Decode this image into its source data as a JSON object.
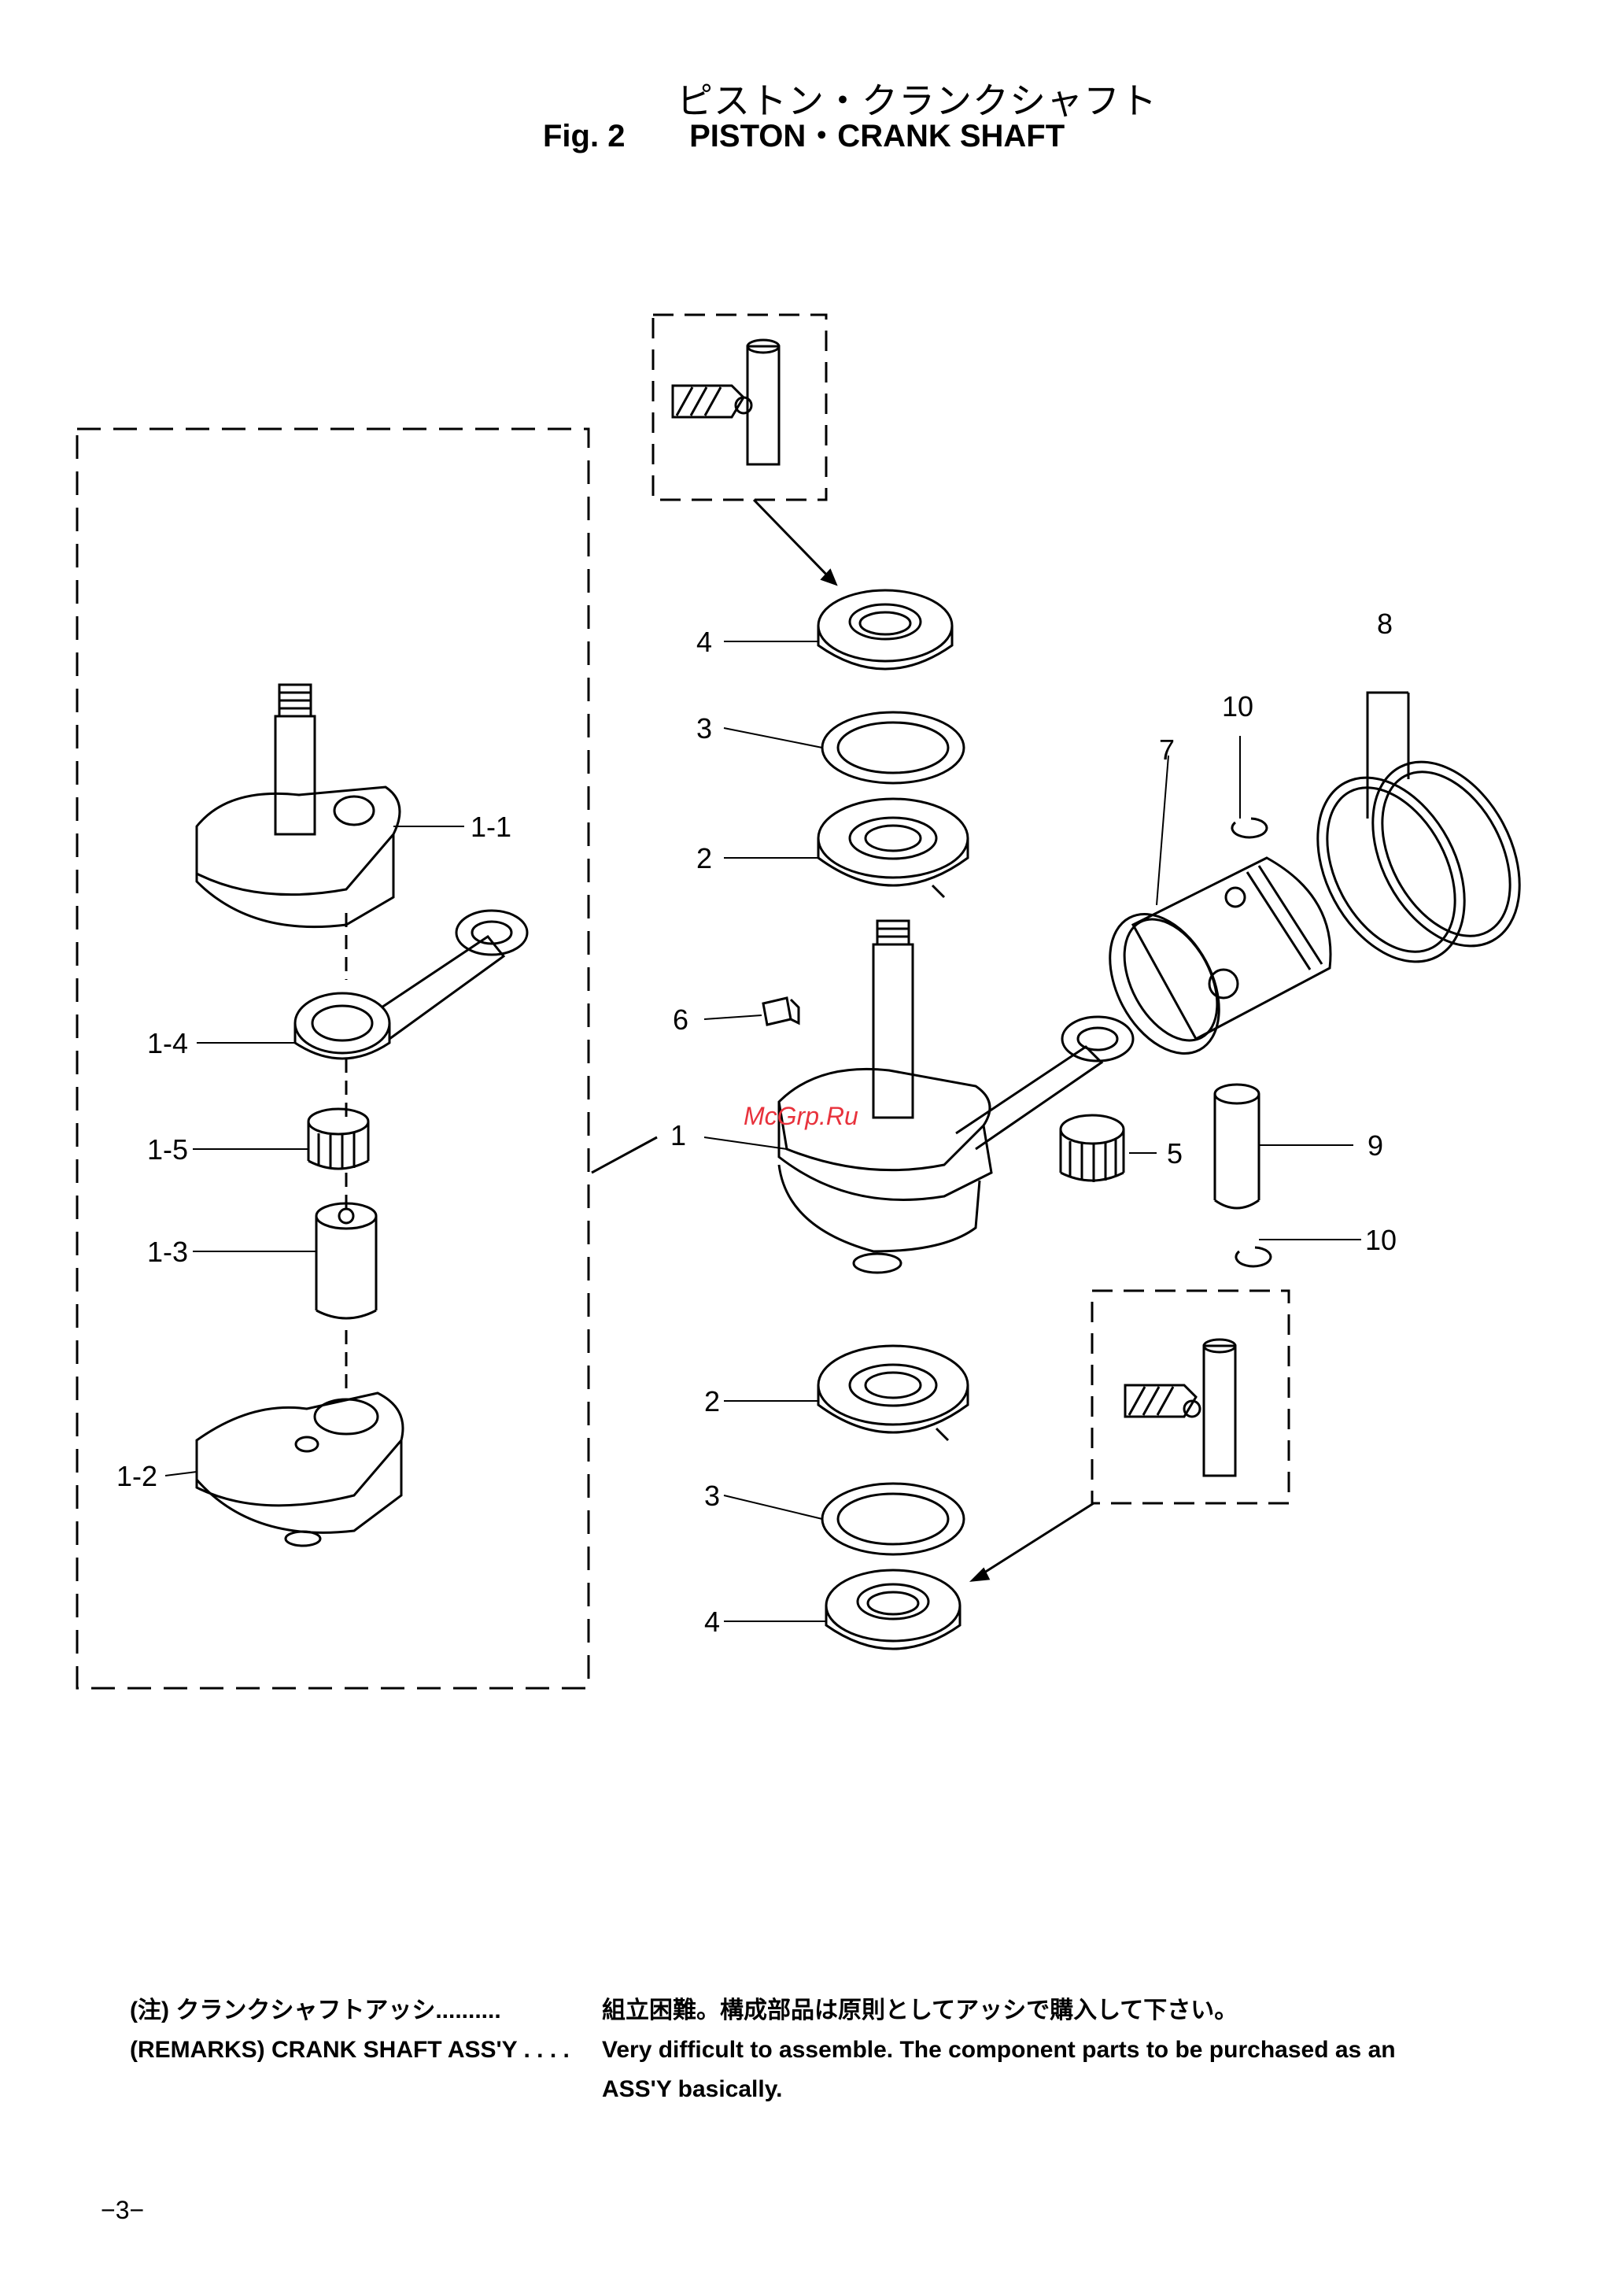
{
  "header": {
    "title_jp": "ピストン・クランクシャフト",
    "fig_label": "Fig. 2",
    "title_en": "PISTON・CRANK SHAFT"
  },
  "labels": {
    "p4_top": "4",
    "p3_top": "3",
    "p2_top": "2",
    "p6": "6",
    "p1": "1",
    "p5": "5",
    "p7": "7",
    "p8": "8",
    "p10_top": "10",
    "p9": "9",
    "p10_bot": "10",
    "p2_bot": "2",
    "p3_bot": "3",
    "p4_bot": "4",
    "p1_1": "1-1",
    "p1_4": "1-4",
    "p1_5": "1-5",
    "p1_3": "1-3",
    "p1_2": "1-2"
  },
  "remarks": {
    "jp_lhs": "(注) クランクシャフトアッシ..........",
    "jp_rhs": "組立困難。構成部品は原則としてアッシで購入して下さい。",
    "en_lhs": "(REMARKS) CRANK SHAFT ASS'Y . . . .",
    "en_rhs": "Very difficult to assemble. The component parts to be purchased as an",
    "en_cont": "ASS'Y basically."
  },
  "watermark": "McGrp.Ru",
  "page_number": "−3−"
}
